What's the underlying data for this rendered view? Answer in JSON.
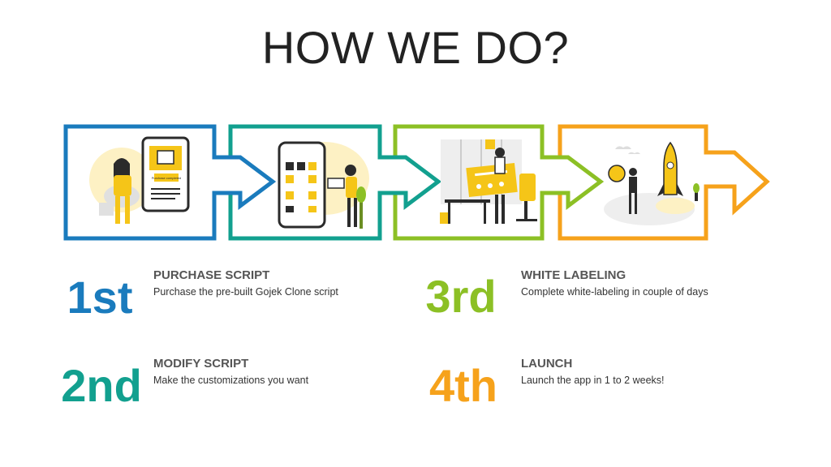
{
  "page": {
    "title": "HOW WE DO?"
  },
  "colors": {
    "step1": "#1a7bbd",
    "step2": "#12a08f",
    "step3": "#8cc025",
    "step4": "#f6a21b",
    "illustration_accent": "#f5c518"
  },
  "steps": [
    {
      "rank": "1st",
      "title": "PURCHASE SCRIPT",
      "description": "Purchase the pre-built Gojek Clone script",
      "illustration": "shopping-tablet-illustration",
      "illustration_text": "Purchase completed"
    },
    {
      "rank": "2nd",
      "title": "MODIFY SCRIPT",
      "description": "Make the customizations you want",
      "illustration": "smartphone-customization-illustration"
    },
    {
      "rank": "3rd",
      "title": "WHITE LABELING",
      "description": "Complete white-labeling in couple of days",
      "illustration": "office-certificate-illustration"
    },
    {
      "rank": "4th",
      "title": "LAUNCH",
      "description": "Launch the app in 1 to 2 weeks!",
      "illustration": "rocket-launch-illustration"
    }
  ]
}
